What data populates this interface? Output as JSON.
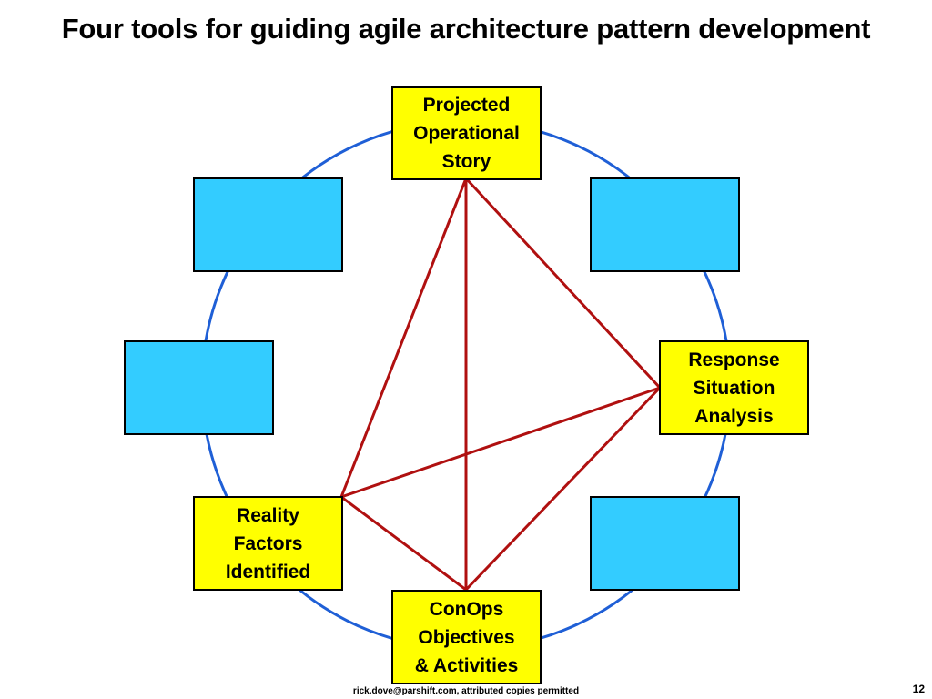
{
  "title": "Four tools for guiding agile architecture pattern development",
  "colors": {
    "yellow_box": "#ffff00",
    "blue_box": "#33ccff",
    "circle": "#1f5fd6",
    "connector": "#b01010",
    "border": "#000000"
  },
  "nodes": {
    "projected": {
      "lines": [
        "Projected",
        "Operational",
        "Story"
      ]
    },
    "response": {
      "lines": [
        "Response",
        "Situation",
        "Analysis"
      ]
    },
    "reality": {
      "lines": [
        "Reality",
        "Factors",
        "Identified"
      ]
    },
    "conops": {
      "lines": [
        "ConOps",
        "Objectives",
        "& Activities"
      ]
    }
  },
  "footer": {
    "credit": "rick.dove@parshift.com, attributed copies permitted",
    "page_number": "12"
  }
}
